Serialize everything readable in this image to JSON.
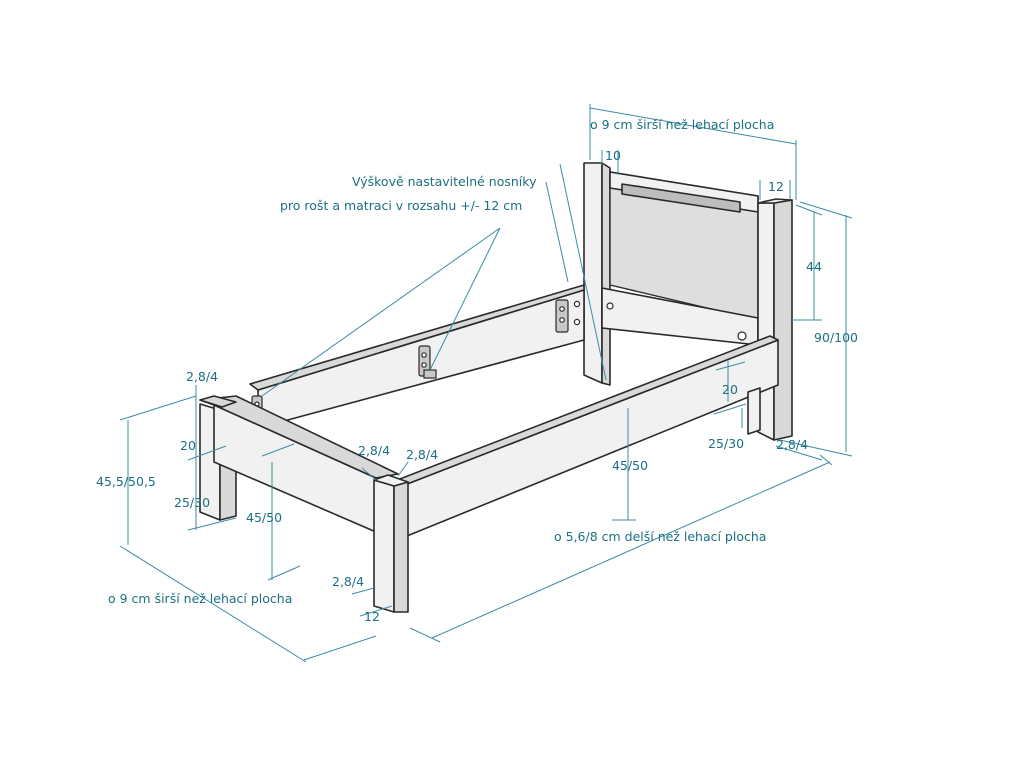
{
  "labels": {
    "headboard_width": "o 9 cm širší než lehací plocha",
    "post_10": "10",
    "post_12_top": "12",
    "beams_title_line1": "Výškově nastavitelné nosníky",
    "beams_title_line2": "pro rošt a matraci v rozsahu +/- 12 cm",
    "headboard_44": "44",
    "headboard_height": "90/100",
    "right_20": "20",
    "right_25_30": "25/30",
    "right_2_8_4": "2,8/4",
    "side_45_50": "45/50",
    "length_note": "o 5,6/8 cm delší než lehací plocha",
    "left_2_8_4": "2,8/4",
    "left_20": "20",
    "left_height": "45,5/50,5",
    "left_25_30": "25/30",
    "left_45_50": "45/50",
    "mid_2_8_4_a": "2,8/4",
    "mid_2_8_4_b": "2,8/4",
    "foot_width": "o 9 cm širší než lehací plocha",
    "foot_2_8_4": "2,8/4",
    "foot_12": "12"
  }
}
